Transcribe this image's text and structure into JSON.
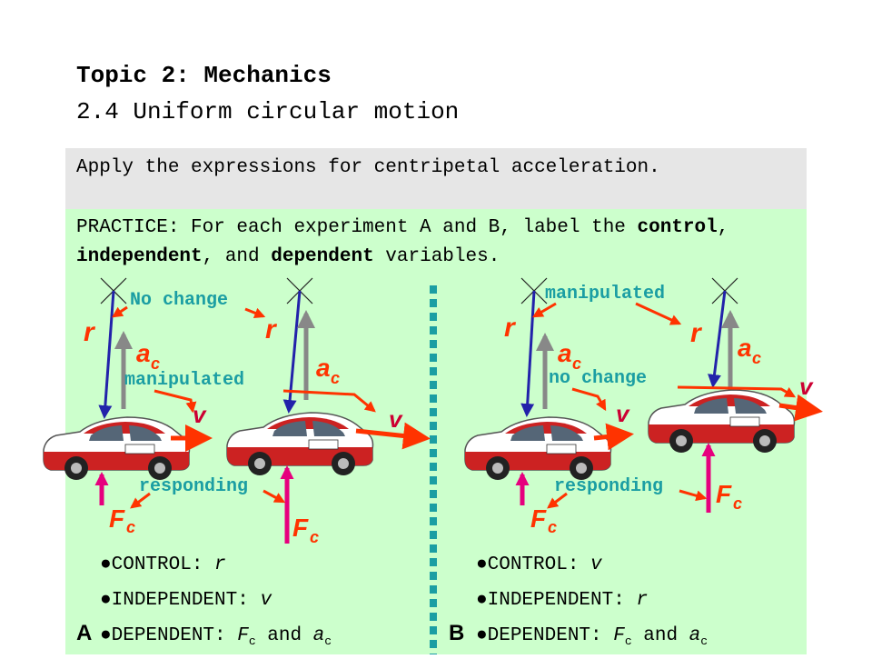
{
  "header": {
    "topic": "Topic 2: Mechanics",
    "subtopic": "2.4 Uniform circular motion"
  },
  "objective": "Apply the expressions for centripetal acceleration.",
  "practice": {
    "lead": "PRACTICE: For each experiment A and B, label the",
    "w_control": "control",
    "sep1": ",",
    "w_independent": "independent",
    "sep2": ", and",
    "w_dependent": "dependent",
    "tail": "variables."
  },
  "symbols": {
    "r": "r",
    "a": "a",
    "c": "c",
    "v": "v",
    "F": "F"
  },
  "experiment_a": {
    "letter": "A",
    "label_top": "No change",
    "label_mid": "manipulated",
    "label_bottom": "responding",
    "control_label": "CONTROL: ",
    "control_var": "r",
    "independent_label": "INDEPENDENT: ",
    "independent_var": "v",
    "dependent_label": "DEPENDENT: ",
    "dep_F": "F",
    "dep_sub1": "c",
    "dep_and": " and ",
    "dep_a": "a",
    "dep_sub2": "c"
  },
  "experiment_b": {
    "letter": "B",
    "label_top": "manipulated",
    "label_mid": "no change",
    "label_bottom": "responding",
    "control_label": "CONTROL: ",
    "control_var": "v",
    "independent_label": "INDEPENDENT: ",
    "independent_var": "r",
    "dependent_label": "DEPENDENT: ",
    "dep_F": "F",
    "dep_sub1": "c",
    "dep_and": " and ",
    "dep_a": "a",
    "dep_sub2": "c"
  },
  "colors": {
    "practice_bg": "#ccffcc",
    "objective_bg": "#e6e6e6",
    "teal": "#1b9ea3",
    "arrow_orange": "#ff3300",
    "force_magenta": "#e6007e",
    "radius_blue": "#2222aa"
  },
  "icons": [
    "car-icon",
    "pivot-icon"
  ]
}
